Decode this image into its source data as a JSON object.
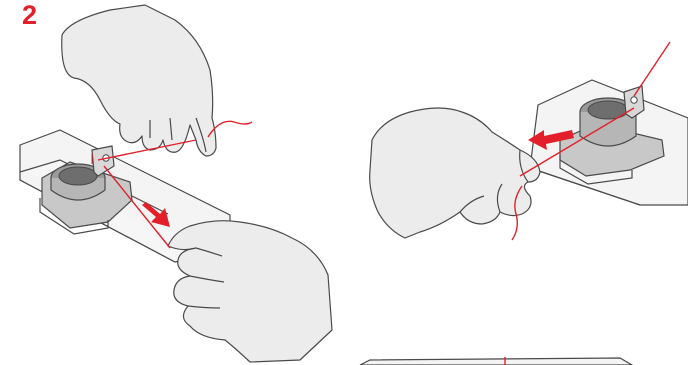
{
  "step": {
    "number": "2"
  },
  "colors": {
    "accent": "#e3202a",
    "hand_fill": "#ececec",
    "outline": "#4a4a4a",
    "metal": "#bdbdbd",
    "metal_dark": "#8a8a8a",
    "step_number": "#e3202a"
  },
  "figures": [
    {
      "name": "left-illustration",
      "icons": [
        "hand-icon",
        "hand-icon",
        "bobbin-spool-pin-icon",
        "thread-icon",
        "arrow-down-right-icon"
      ]
    },
    {
      "name": "right-illustration",
      "icons": [
        "hand-icon",
        "bobbin-spool-pin-icon",
        "thread-icon",
        "arrow-left-icon"
      ]
    }
  ]
}
